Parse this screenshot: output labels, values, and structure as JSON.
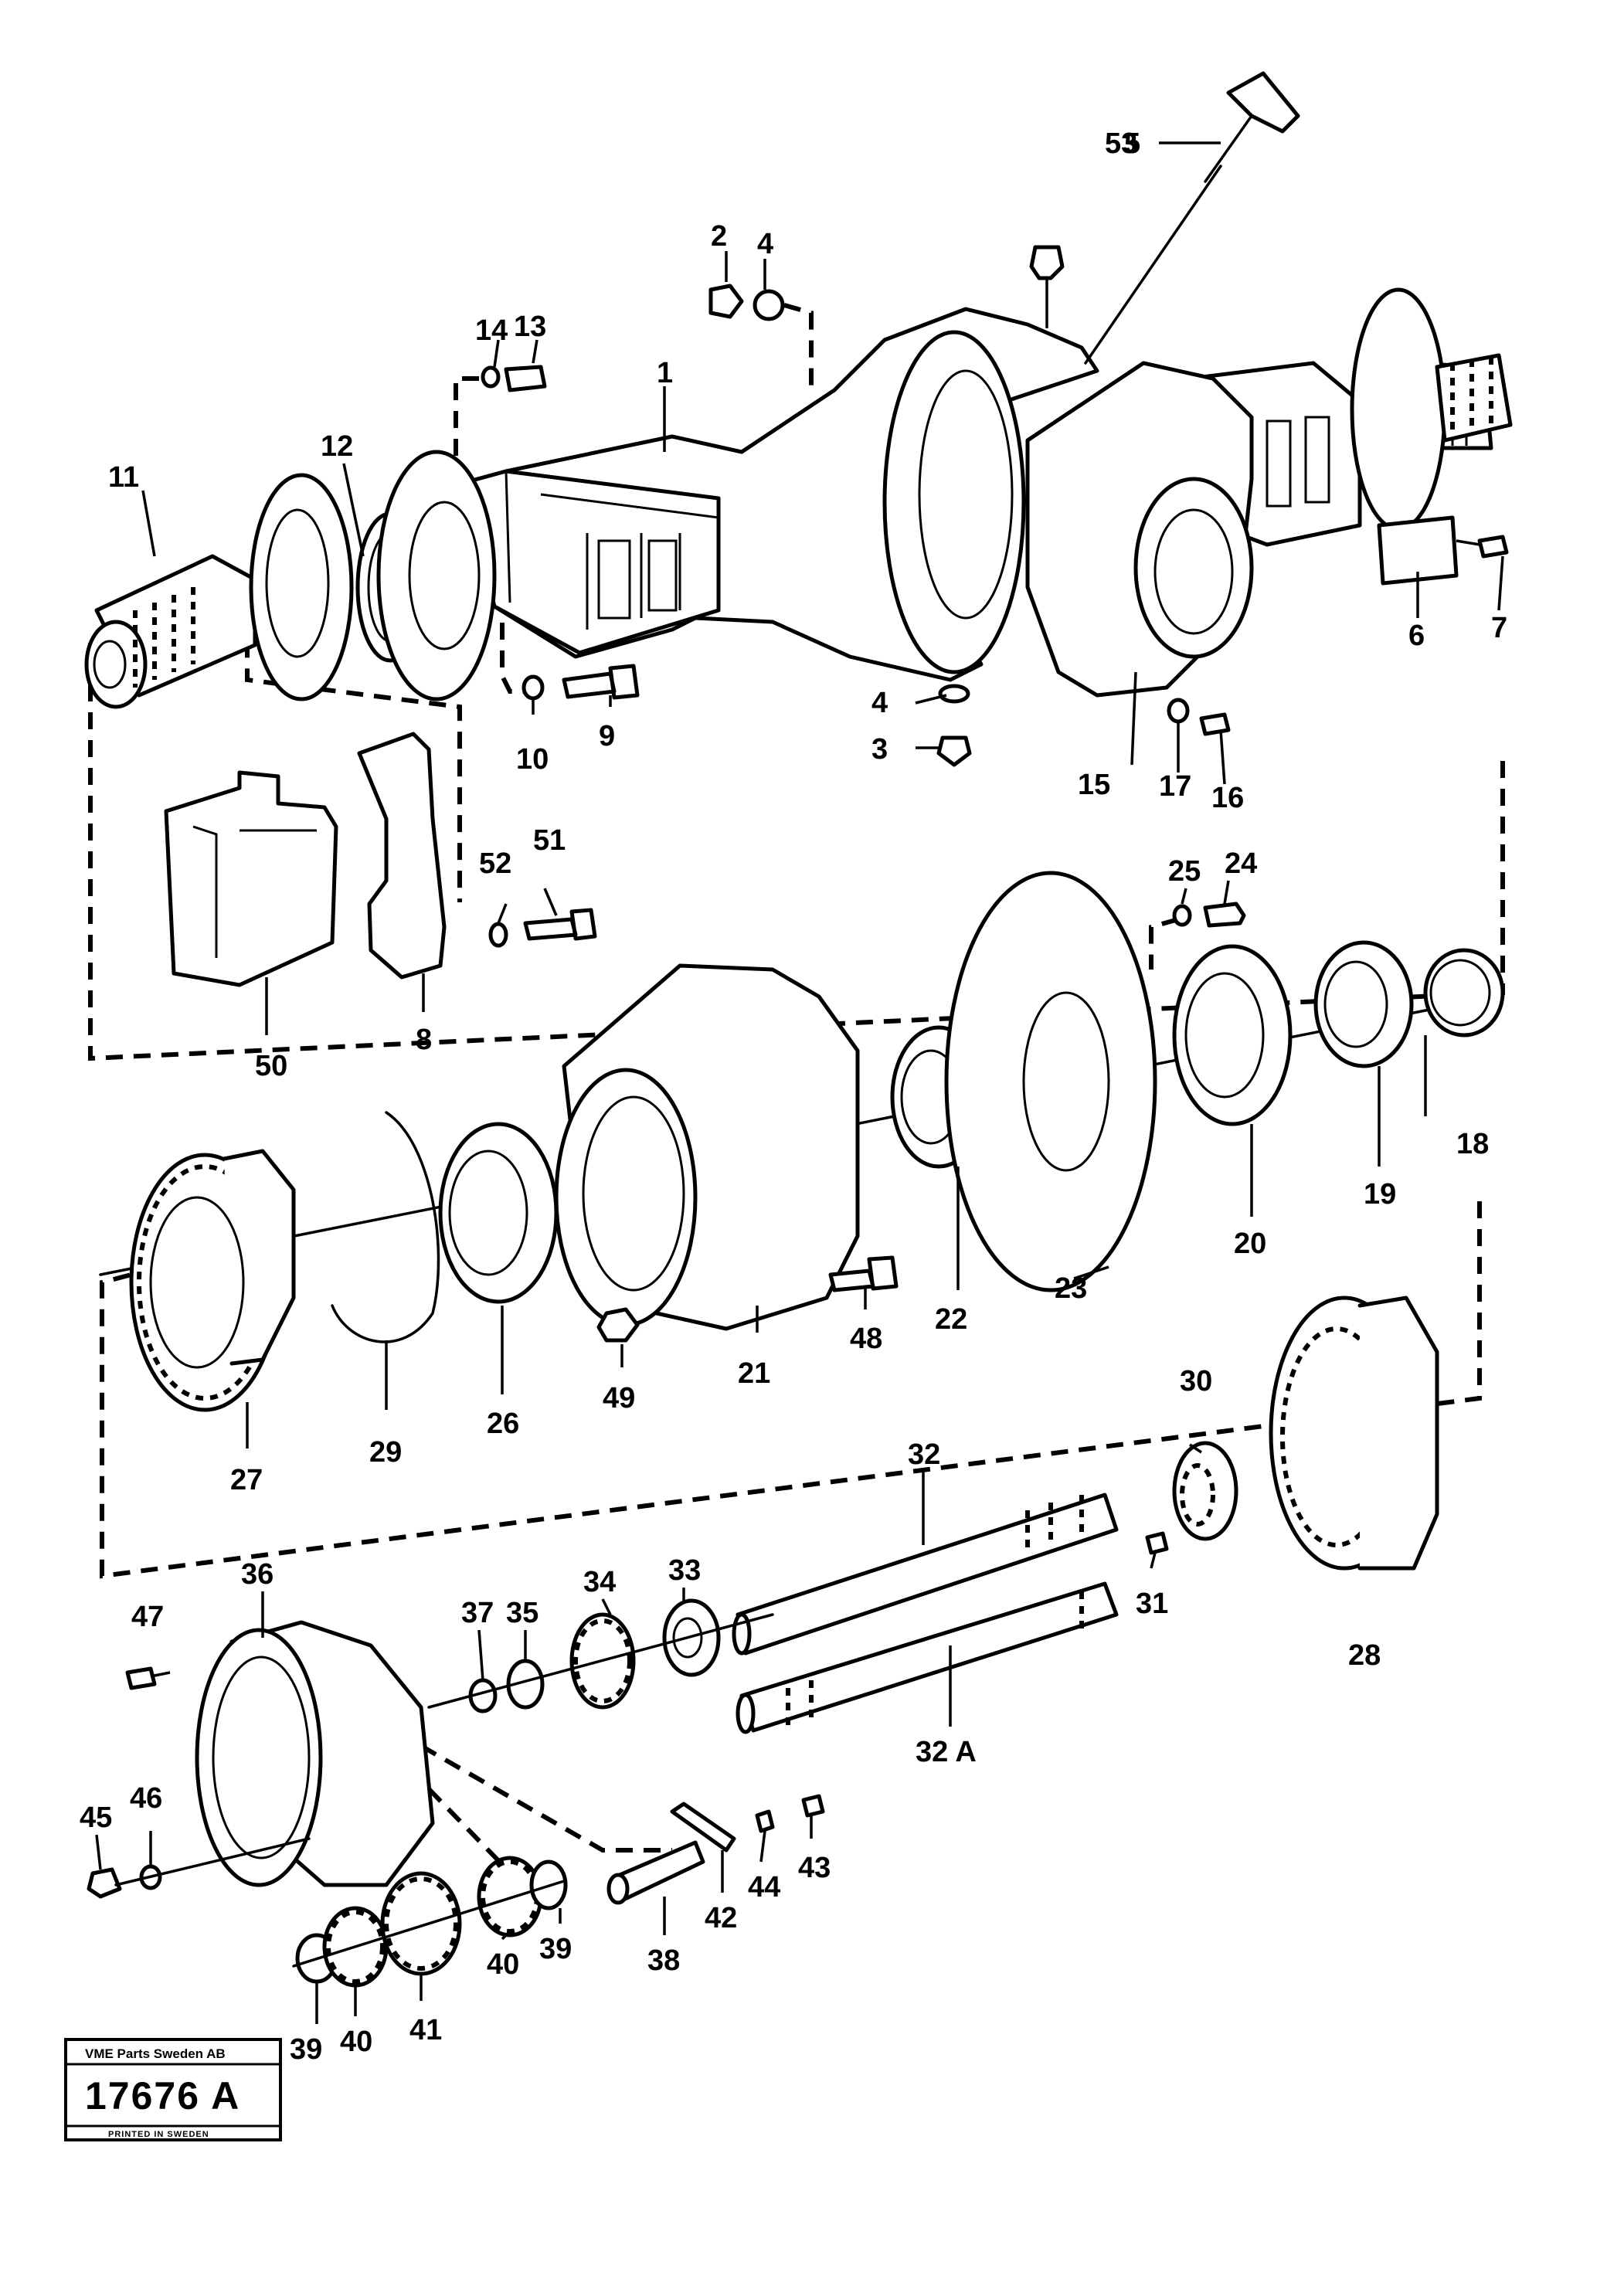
{
  "callouts": [
    "1",
    "2",
    "3",
    "4",
    "4",
    "5",
    "6",
    "7",
    "8",
    "9",
    "10",
    "11",
    "12",
    "13",
    "14",
    "15",
    "16",
    "17",
    "18",
    "19",
    "20",
    "21",
    "22",
    "23",
    "24",
    "25",
    "26",
    "27",
    "28",
    "29",
    "30",
    "31",
    "32",
    "32 A",
    "33",
    "34",
    "35",
    "36",
    "37",
    "38",
    "39",
    "39",
    "40",
    "40",
    "41",
    "42",
    "43",
    "44",
    "45",
    "46",
    "47",
    "48",
    "49",
    "50",
    "51",
    "52",
    "53"
  ],
  "title_block": {
    "company": "VME Parts Sweden AB",
    "drawing_number": "17676 A",
    "printed": "PRINTED IN SWEDEN"
  }
}
